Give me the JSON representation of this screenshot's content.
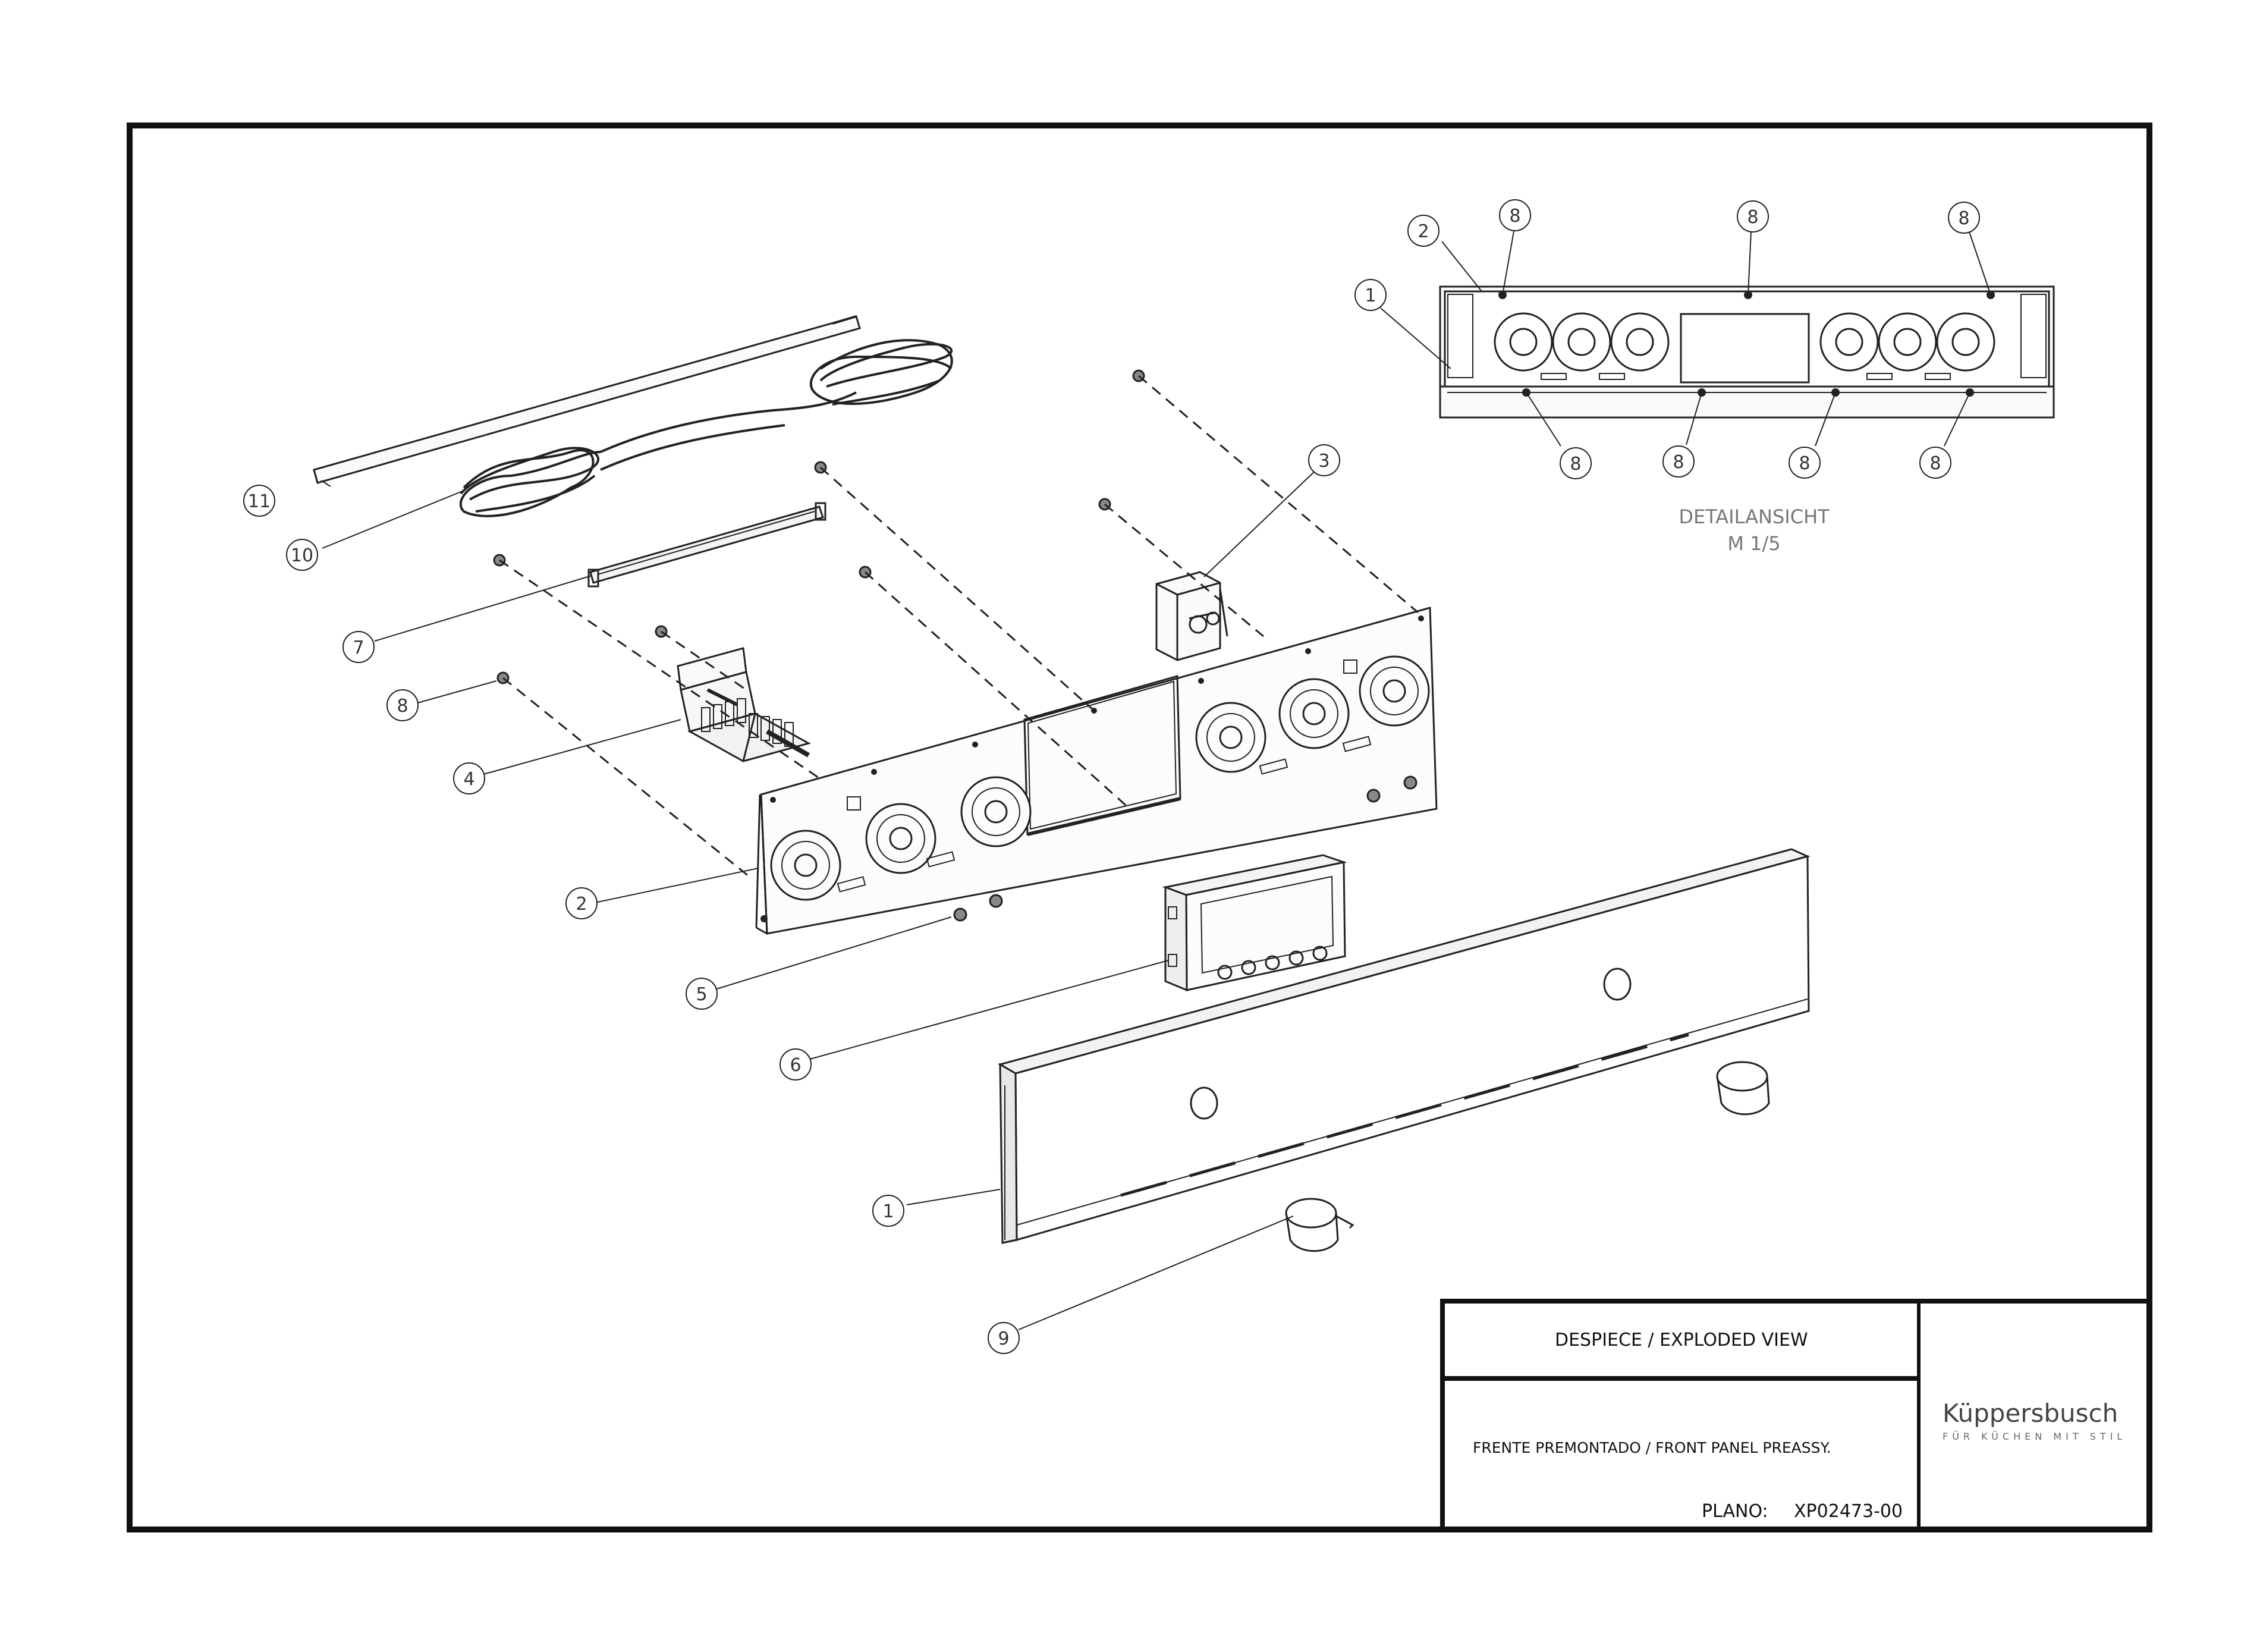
{
  "title_block": {
    "view_title": "DESPIECE / EXPLODED VIEW",
    "description": "FRENTE PREMONTADO / FRONT PANEL PREASSY.",
    "drawing_label": "PLANO:",
    "drawing_number": "XP02473-00"
  },
  "logo": {
    "name": "Küppersbusch",
    "tagline": "FÜR KÜCHEN MIT STIL"
  },
  "detail": {
    "title": "DETAILANSICHT",
    "scale": "M 1/5"
  },
  "callouts": {
    "main": [
      "1",
      "2",
      "3",
      "4",
      "5",
      "6",
      "7",
      "8",
      "9",
      "10",
      "11"
    ],
    "detail": [
      "1",
      "2",
      "8",
      "8",
      "8",
      "8",
      "8",
      "8",
      "8"
    ]
  }
}
